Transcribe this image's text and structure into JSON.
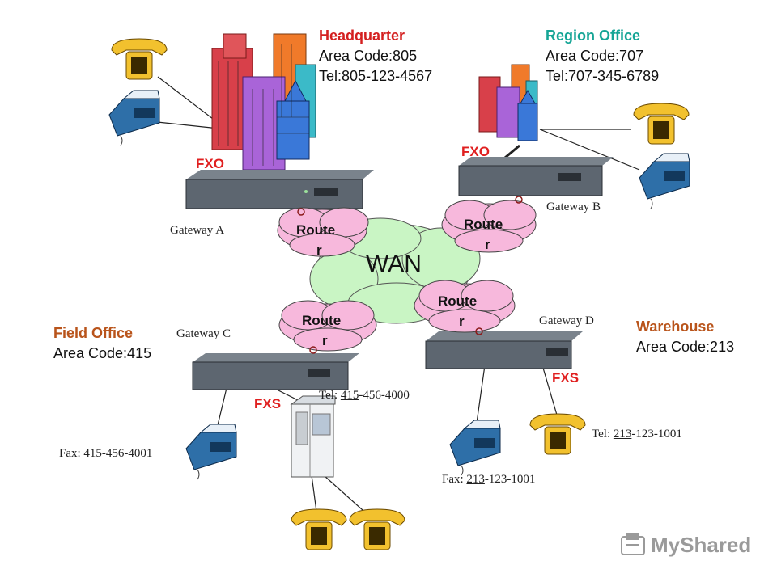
{
  "sites": {
    "headquarter": {
      "title": "Headquarter",
      "area": "Area Code:805",
      "tel_prefix": "Tel:",
      "tel_code": "805",
      "tel_rest": "-123-4567",
      "color": "#d42020"
    },
    "region": {
      "title": "Region Office",
      "area": "Area Code:707",
      "tel_prefix": "Tel:",
      "tel_code": "707",
      "tel_rest": "-345-6789",
      "color": "#16a596"
    },
    "field": {
      "title": "Field Office",
      "area": "Area Code:415",
      "color": "#b9541b"
    },
    "warehouse": {
      "title": "Warehouse",
      "area": "Area Code:213",
      "color": "#b9541b"
    }
  },
  "gateways": {
    "a": "Gateway A",
    "b": "Gateway B",
    "c": "Gateway C",
    "d": "Gateway D"
  },
  "ports": {
    "fxo_a": "FXO",
    "fxo_b": "FXO",
    "fxs_c": "FXS",
    "fxs_d": "FXS"
  },
  "network": {
    "wan": "WAN",
    "router_line1": "Route",
    "router_line2": "r"
  },
  "numbers": {
    "c_tel": {
      "prefix": "Tel: ",
      "code": "415",
      "rest": "-456-4000"
    },
    "c_fax": {
      "prefix": "Fax: ",
      "code": "415",
      "rest": "-456-4001"
    },
    "d_tel": {
      "prefix": "Tel: ",
      "code": "213",
      "rest": "-123-1001"
    },
    "d_fax": {
      "prefix": "Fax: ",
      "code": "213",
      "rest": "-123-1001"
    }
  },
  "watermark": "MyShared",
  "colors": {
    "cloud": "#c9f5c4",
    "router": "#f7b8dc",
    "gateway": "#5d6670",
    "phone": "#f2c12e",
    "fax": "#2e6fa8",
    "port_label": "#e02020"
  }
}
